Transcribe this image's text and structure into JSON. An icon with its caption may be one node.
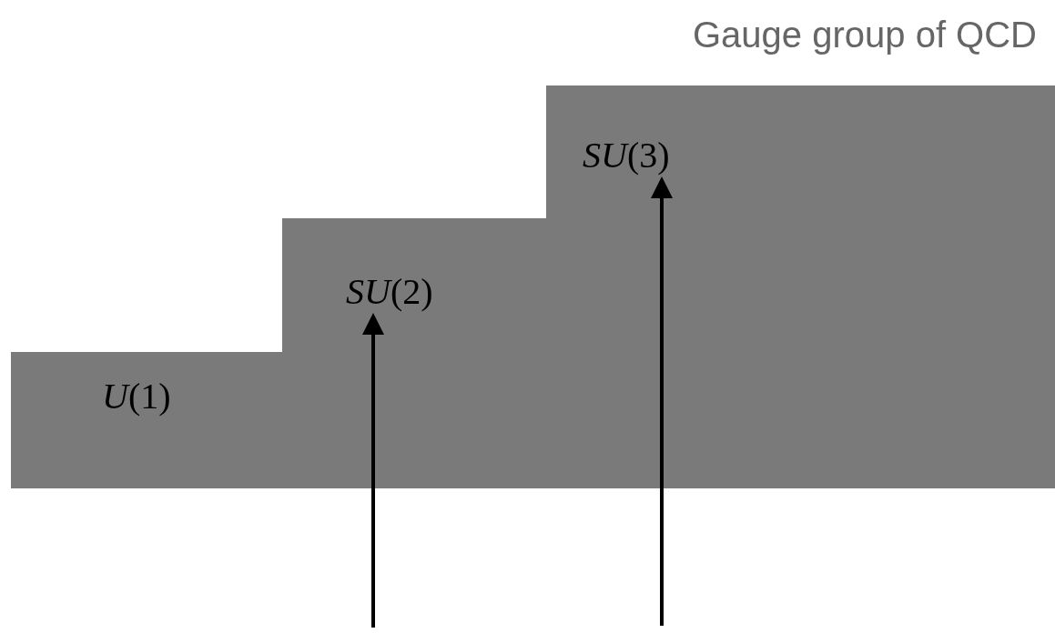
{
  "diagram": {
    "title": "Gauge group of QCD",
    "nodes": [
      {
        "text": [],
        "shape": "box"
      },
      {
        "text": [
          "*U*(1)"
        ],
        "in": 0
      },
      {
        "text": [],
        "shape": "box"
      },
      {
        "text": [
          "*SU*(2)"
        ],
        "in": 2
      },
      {
        "text": [],
        "shape": "box"
      },
      {
        "text": [
          "*SU*(3)"
        ],
        "in": 4
      }
    ],
    "edges": [
      {
        "from": null,
        "to": 3,
        "arrow": "to"
      },
      {
        "from": null,
        "to": 5,
        "arrow": "to"
      }
    ]
  }
}
